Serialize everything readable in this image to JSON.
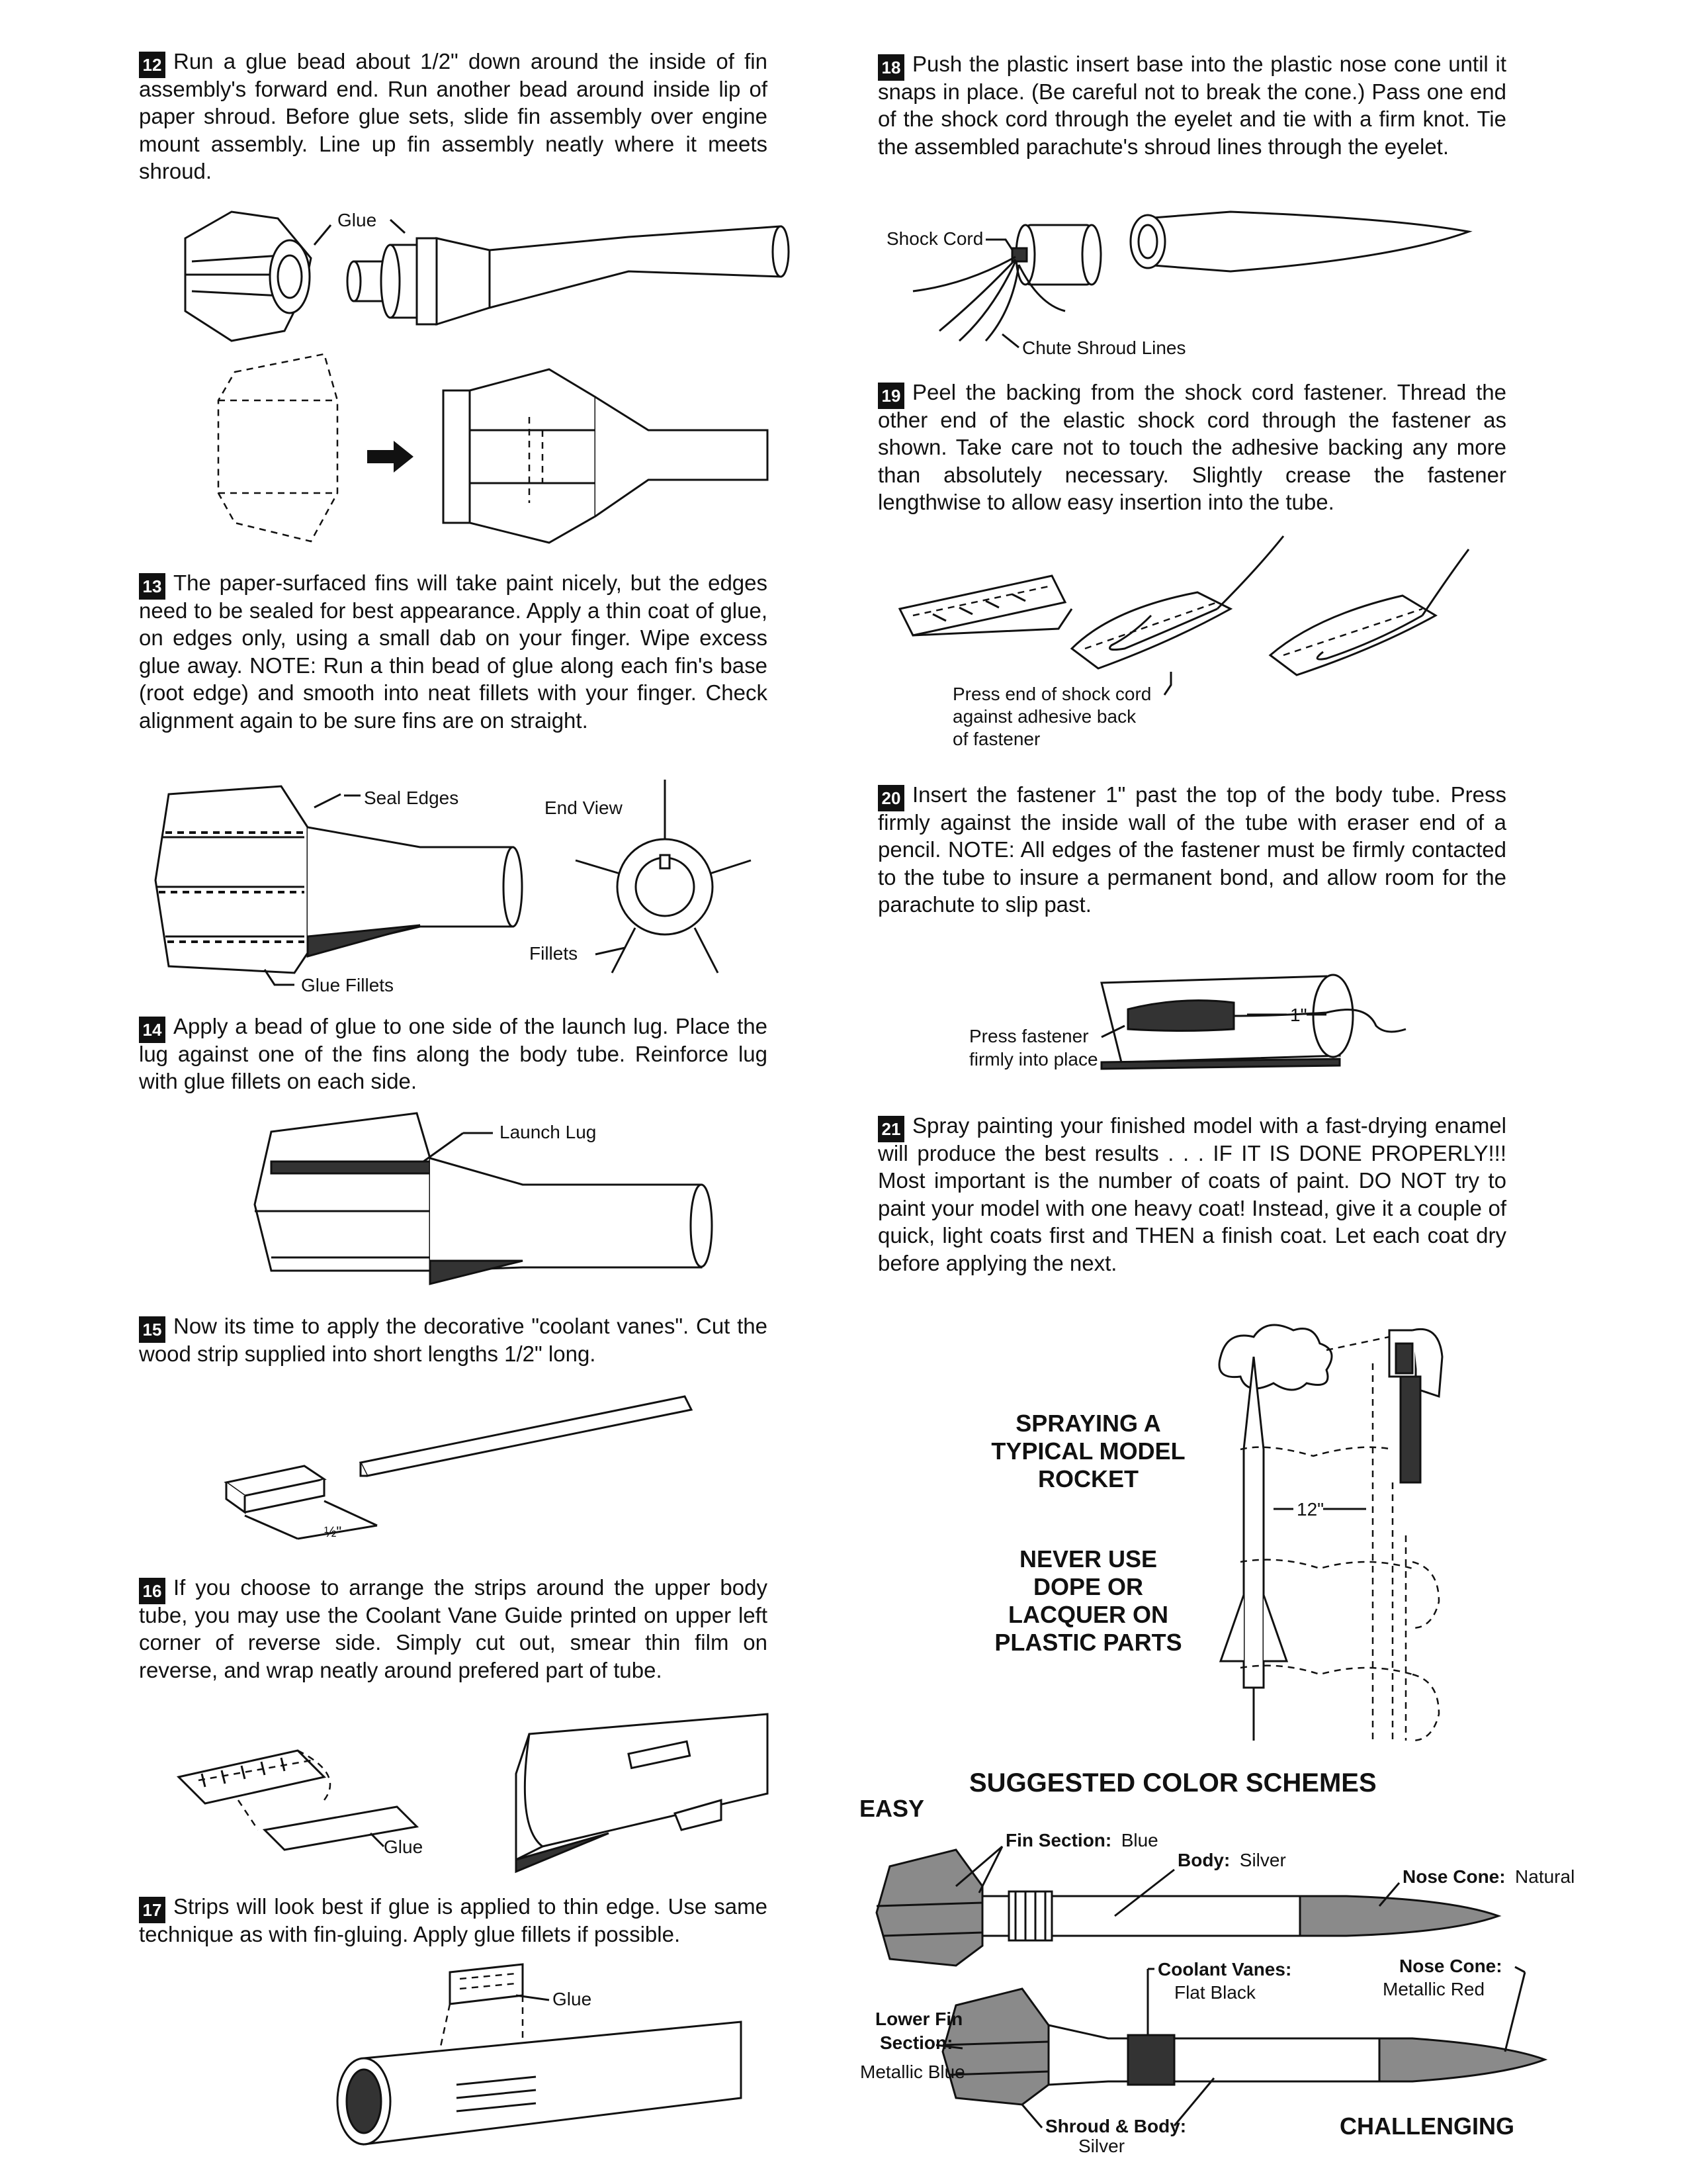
{
  "steps": {
    "s12": {
      "num": "12",
      "text": "Run a glue bead about 1/2\" down around the inside of fin assembly's forward end. Run another bead around inside lip of paper shroud. Before glue sets, slide fin assembly over engine mount assembly. Line up fin assembly neatly where it meets shroud."
    },
    "s13": {
      "num": "13",
      "text": "The paper-surfaced fins will take paint nicely, but the edges need to be sealed for best appearance. Apply a thin coat of glue, on edges only, using a small dab on your finger. Wipe excess glue away. NOTE: Run a thin bead of glue along each fin's base (root edge) and smooth into neat fillets with your finger. Check alignment again to be sure fins are on straight."
    },
    "s14": {
      "num": "14",
      "text": "Apply a bead of glue to one side of the launch lug. Place the lug against one of the fins along the body tube. Reinforce lug with glue fillets on each side."
    },
    "s15": {
      "num": "15",
      "text": "Now its time to apply the decorative \"coolant vanes\". Cut the wood strip supplied into short lengths 1/2\" long."
    },
    "s16": {
      "num": "16",
      "text": "If you choose to arrange the strips around the upper body tube, you may use the Coolant Vane Guide printed on upper left corner of reverse side. Simply cut out, smear thin film on reverse, and wrap neatly around prefered part of tube."
    },
    "s17": {
      "num": "17",
      "text": "Strips will look best if glue is applied to thin edge. Use same technique as with fin-gluing. Apply glue fillets if possible."
    },
    "s18": {
      "num": "18",
      "text": "Push the plastic insert base into the plastic nose cone until it snaps in place. (Be careful not to break the cone.) Pass one end of the shock cord through the eyelet and tie with a firm knot. Tie the assembled parachute's shroud lines through the eyelet."
    },
    "s19": {
      "num": "19",
      "text": "Peel the backing from the shock cord fastener. Thread the other end of the elastic shock cord through the fastener as shown. Take care not to touch the adhesive backing any more than absolutely necessary. Slightly crease the fastener lengthwise to allow easy insertion into the tube."
    },
    "s20": {
      "num": "20",
      "text": "Insert the fastener 1\" past the top of the body tube. Press firmly against the inside wall of the tube with eraser end of a pencil. NOTE: All edges of the fastener must be firmly contacted to the tube to insure a permanent bond, and allow room for the parachute to slip past."
    },
    "s21": {
      "num": "21",
      "text": "Spray painting your finished model with a fast-drying enamel will produce the best results . . . IF IT IS DONE PROPERLY!!! Most important is the number of coats of paint. DO NOT try to paint your model with one heavy coat! Instead, give it a couple of quick, light coats first and THEN a finish coat. Let each coat dry before applying the next."
    }
  },
  "labels": {
    "glue": "Glue",
    "seal_edges": "Seal Edges",
    "end_view": "End View",
    "glue_fillets": "Glue Fillets",
    "fillets": "Fillets",
    "launch_lug": "Launch Lug",
    "half_inch": "½\"",
    "glue2": "Glue",
    "glue3": "Glue",
    "shock_cord": "Shock Cord",
    "chute_shroud_lines": "Chute Shroud Lines",
    "press_end_1": "Press end of shock cord",
    "press_end_2": "against adhesive back",
    "press_end_3": "of fastener",
    "press_fastener_1": "Press fastener",
    "press_fastener_2": "firmly into place",
    "one_inch": "1\"",
    "twelve_inch": "12\""
  },
  "spray": {
    "caption1": "SPRAYING A TYPICAL MODEL ROCKET",
    "caption2": "NEVER USE DOPE OR LACQUER ON PLASTIC PARTS"
  },
  "schemes": {
    "heading": "SUGGESTED COLOR SCHEMES",
    "easy": "EASY",
    "challenging": "CHALLENGING",
    "easy_fin_key": "Fin Section:",
    "easy_fin_val": "Blue",
    "easy_body_key": "Body:",
    "easy_body_val": "Silver",
    "easy_nose_key": "Nose Cone:",
    "easy_nose_val": "Natural",
    "ch_vanes_key": "Coolant Vanes:",
    "ch_vanes_val": "Flat Black",
    "ch_nose_key": "Nose Cone:",
    "ch_nose_val": "Metallic Red",
    "ch_lower_key1": "Lower Fin",
    "ch_lower_key2": "Section:",
    "ch_lower_val": "Metallic Blue",
    "ch_shroud_key": "Shroud & Body:",
    "ch_shroud_val": "Silver"
  }
}
